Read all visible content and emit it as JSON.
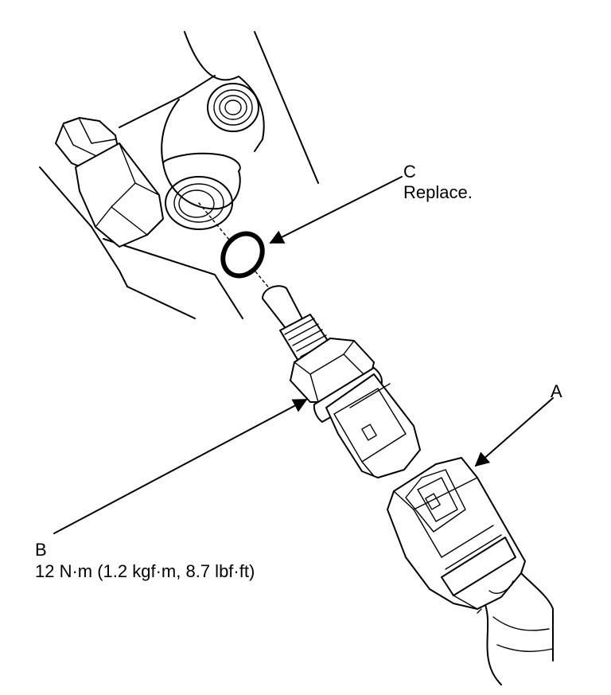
{
  "callouts": {
    "a": {
      "letter": "A"
    },
    "b": {
      "letter": "B",
      "note": "12 N·m (1.2 kgf·m, 8.7 lbf·ft)"
    },
    "c": {
      "letter": "C",
      "note": "Replace."
    }
  }
}
